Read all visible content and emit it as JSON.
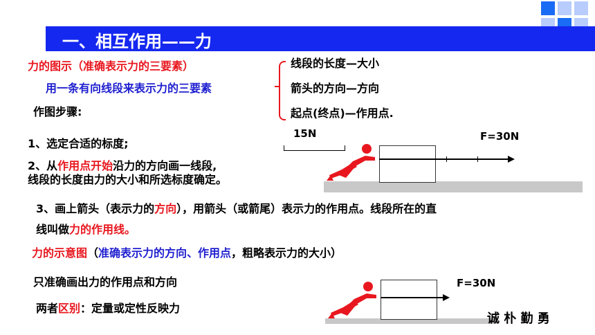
{
  "title": "一、相互作用——力",
  "diagram_title_red": "力的图示（准确表示力的三要素）",
  "diagram_subtitle_blue": "用一条有向线段来表示力的三要素",
  "elements": [
    "线段的长度—大小",
    "箭头的方向—方向",
    "起点(终点)—作用点."
  ],
  "steps_heading": "作图步骤:",
  "step1": "1、选定合适的标度;",
  "step2_a": "2、从",
  "step2_red": "作用点开始",
  "step2_b": "沿力的方向画一线段,",
  "step2_c": "线段的长度由力的大小和所选标度确定。",
  "step3_a": "3、画上箭头（表示力的",
  "step3_red": "方向",
  "step3_b": "），用箭头（或箭尾）表示力的作用点。线段所在的直",
  "step3_c": "线叫做",
  "step3_red2": "力的作用线",
  "step3_end": "。",
  "scale_label": "15N",
  "force_label_1": "F=30N",
  "schematic_red": "力的示意图",
  "schematic_paren_open": "（",
  "schematic_blue": "准确表示力的方向、作用点",
  "schematic_rest": "，粗略表示力的大小）",
  "schematic_note": "只准确画出力的作用点和方向",
  "diff_a": "两者",
  "diff_red": "区别",
  "diff_b": "：定量或定性反映力",
  "force_label_2": "F=30N",
  "motto": "诚 朴 勤 勇",
  "colors": {
    "title_bar": "#1528f0",
    "red": "#e8171f",
    "blue": "#1f1fd0"
  },
  "icons": [
    "pushing-person-icon",
    "pushing-person-icon"
  ]
}
